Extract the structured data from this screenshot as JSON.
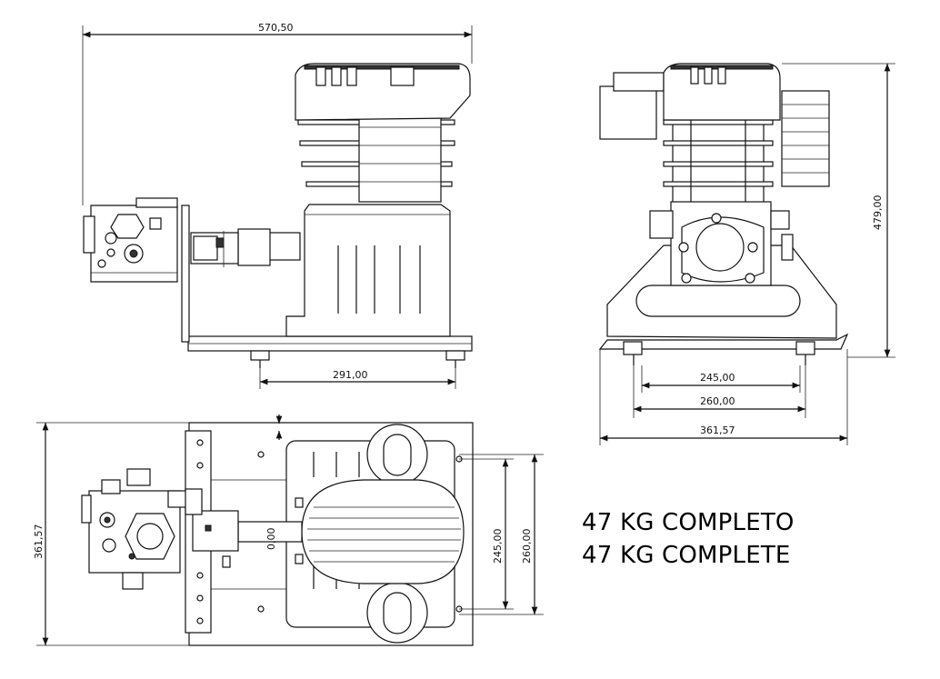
{
  "dimensions": {
    "front_overall_length": "570,50",
    "front_feet_spacing": "291,00",
    "side_height": "479,00",
    "side_feet_inner": "245,00",
    "side_feet_outer": "260,00",
    "side_base_width": "361,57",
    "top_total_width": "361,57",
    "top_small_offset": "0,00",
    "top_holes_inner": "245,00",
    "top_holes_outer": "260,00"
  },
  "weight": {
    "line1": "47 KG  COMPLETO",
    "line2": "47 KG COMPLETE"
  }
}
